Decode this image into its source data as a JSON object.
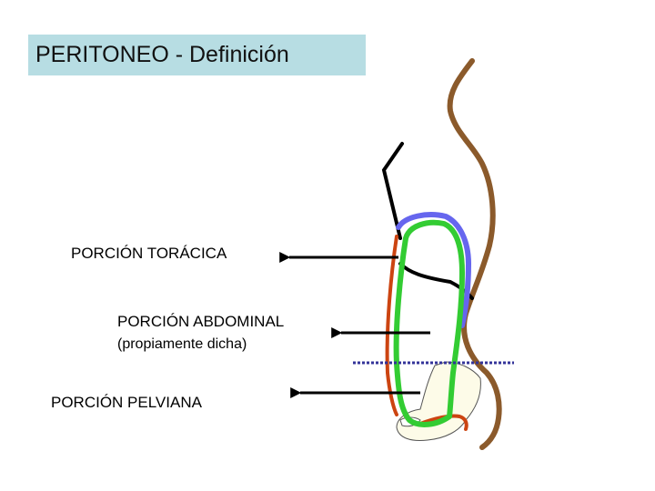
{
  "title": "PERITONEO - Definición",
  "labels": {
    "thoracic": "PORCIÓN TORÁCICA",
    "abdominal": "PORCIÓN ABDOMINAL",
    "abdominal_sub": "(propiamente dicha)",
    "pelvic": "PORCIÓN PELVIANA"
  },
  "colors": {
    "title_background": "#b7dde3",
    "abdominal_wall": "#8b5a2b",
    "parietal_peritoneum": "#cc4411",
    "visceral_peritoneum": "#33cc33",
    "diaphragm_cover": "#6666ee",
    "divider_line": "#333399",
    "pelvis_bone": "#fdfbe8",
    "spine_line": "#000000"
  }
}
